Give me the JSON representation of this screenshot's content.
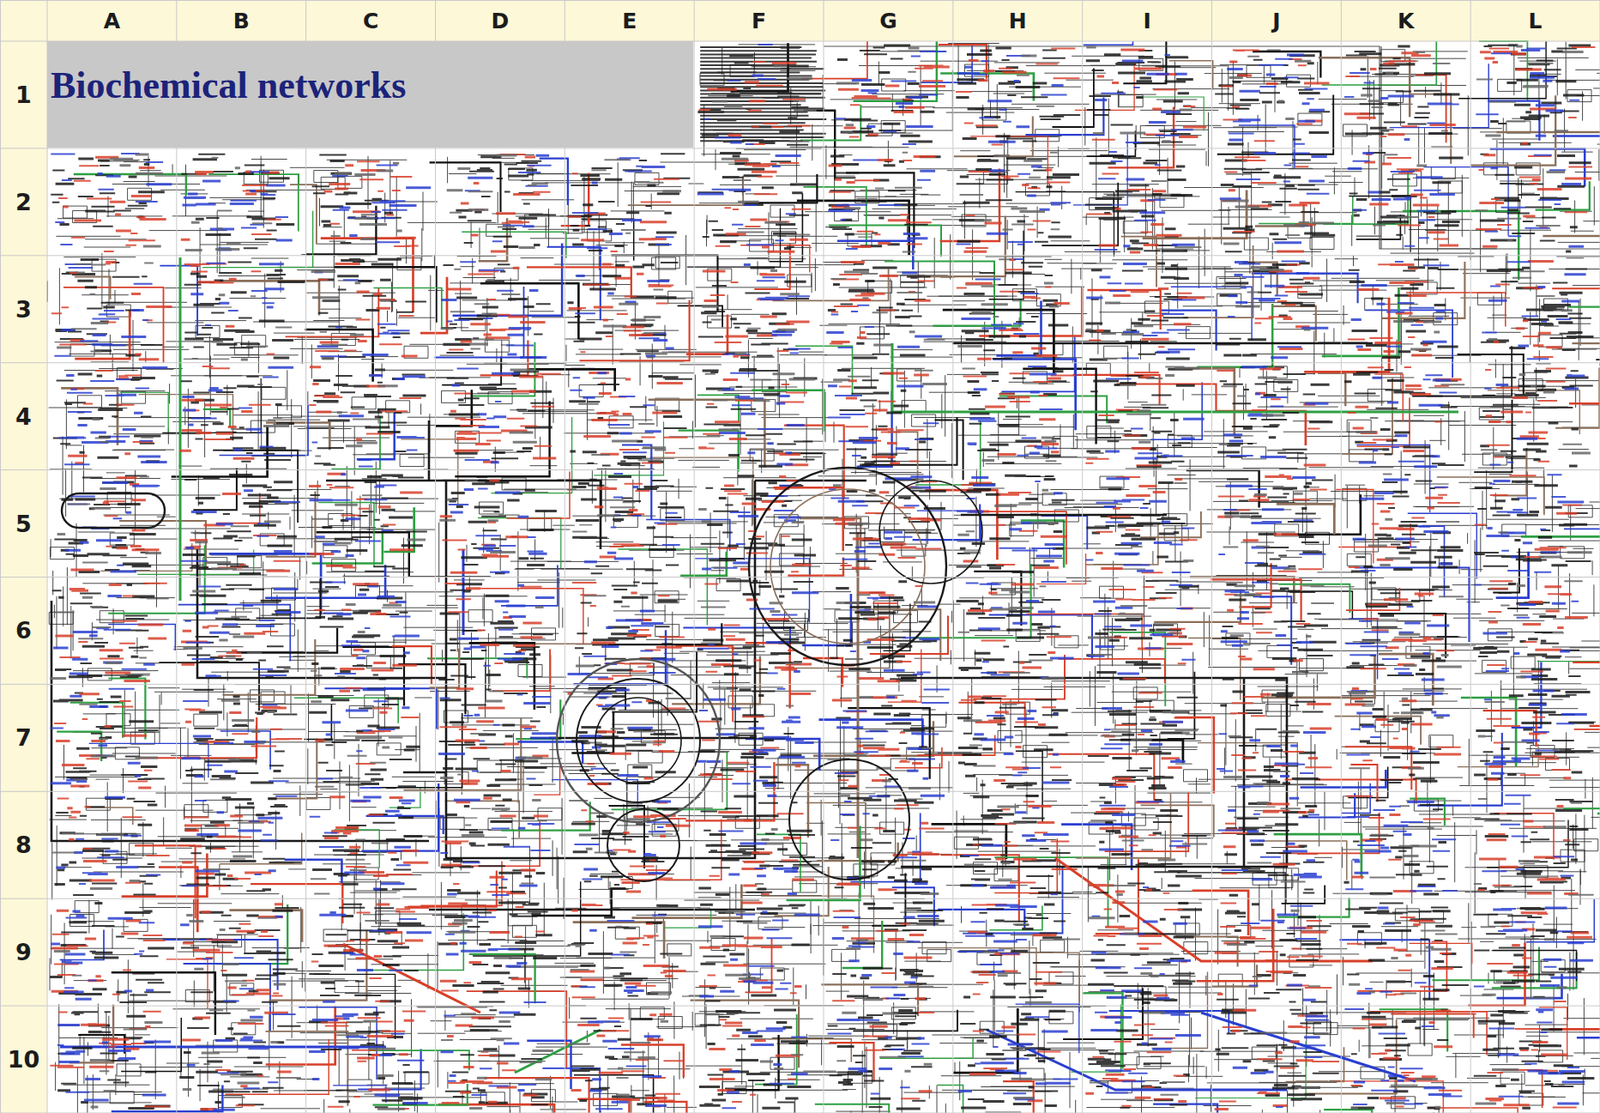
{
  "diagram": {
    "title": "Biochemical networks",
    "labels": [
      "A",
      "B",
      "C",
      "D",
      "E",
      "F",
      "G",
      "H",
      "I",
      "J",
      "K",
      "L",
      "1",
      "2",
      "3",
      "4",
      "5",
      "6",
      "7",
      "8",
      "9",
      "10"
    ]
  }
}
